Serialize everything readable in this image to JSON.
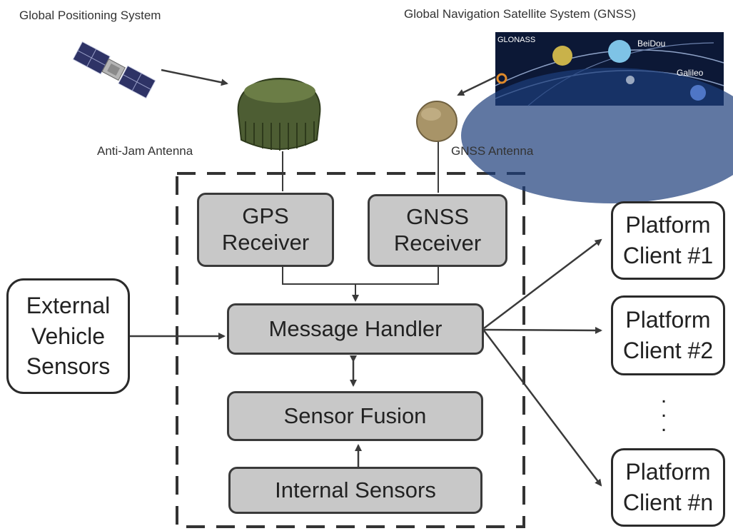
{
  "captions": {
    "gps_system": "Global Positioning System",
    "gnss_system": "Global Navigation Satellite System (GNSS)",
    "anti_jam_antenna": "Anti-Jam Antenna",
    "gnss_antenna": "GNSS Antenna"
  },
  "gnss_image": {
    "glonass": "GLONASS",
    "beidou": "BeiDou",
    "galileo": "Galileo"
  },
  "blocks": {
    "gps_receiver": "GPS\nReceiver",
    "gnss_receiver": "GNSS\nReceiver",
    "message_handler": "Message Handler",
    "sensor_fusion": "Sensor Fusion",
    "internal_sensors": "Internal Sensors",
    "external_sensors": "External\nVehicle\nSensors"
  },
  "clients": [
    {
      "label": "Platform\nClient #1"
    },
    {
      "label": "Platform\nClient #2"
    },
    {
      "label": "Platform\nClient #n"
    }
  ],
  "ellipsis": ".\n.\n.",
  "colors": {
    "block_fill": "#c8c8c8",
    "block_border": "#3a3a3a",
    "line": "#3a3a3a"
  },
  "icons": [
    "satellite-icon",
    "anti-jam-antenna-icon",
    "gnss-antenna-icon",
    "gnss-constellation-image"
  ]
}
